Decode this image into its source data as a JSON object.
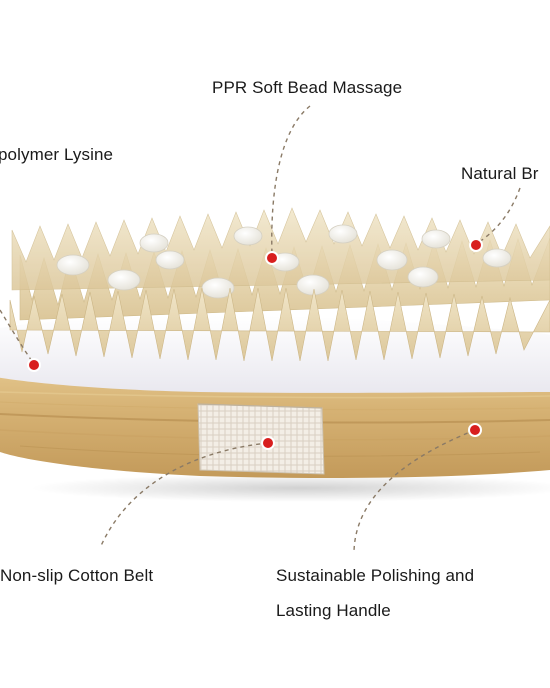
{
  "callouts": {
    "bead_massage": "PPR Soft Bead Massage",
    "polymer_lysine": "polymer Lysine",
    "natural_bristle": "Natural Br",
    "cotton_belt": "Non-slip Cotton Belt",
    "handle_line1": "Sustainable Polishing and",
    "handle_line2": "Lasting Handle"
  },
  "colors": {
    "marker": "#d81e1e",
    "leader_line": "#8a7a66",
    "bamboo": "#d9b77c",
    "bristle": "#eadbb8",
    "bead": "#fbfaf5",
    "pad": "#f7f7fb",
    "belt": "#efe9e0"
  }
}
